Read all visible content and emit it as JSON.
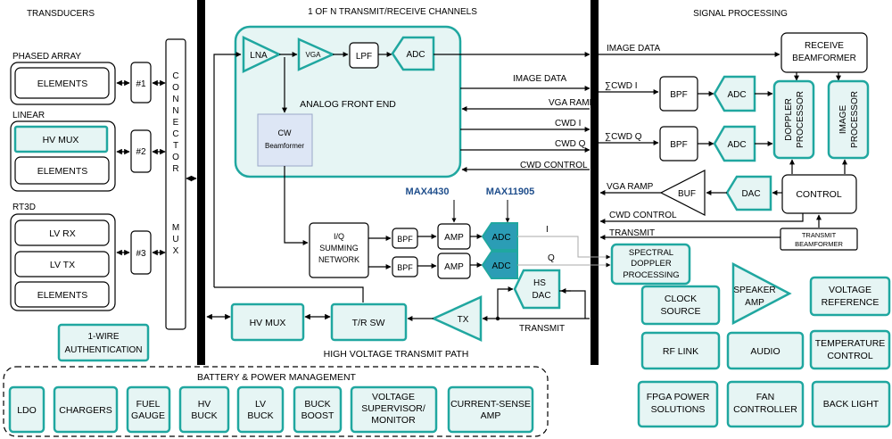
{
  "sections": {
    "transducers": "TRANSDUCERS",
    "channels": "1 OF N TRANSMIT/RECEIVE CHANNELS",
    "signal_processing": "SIGNAL PROCESSING",
    "power": "BATTERY & POWER MANAGEMENT",
    "hv_path": "HIGH VOLTAGE TRANSMIT PATH"
  },
  "transducers": {
    "phased_array": "PHASED ARRAY",
    "linear": "LINEAR",
    "rt3d": "RT3D",
    "elements": "ELEMENTS",
    "hv_mux": "HV MUX",
    "lv_rx": "LV RX",
    "lv_tx": "LV TX",
    "ch1": "#1",
    "ch2": "#2",
    "ch3": "#3",
    "connector_mux": [
      "C",
      "O",
      "N",
      "N",
      "E",
      "C",
      "T",
      "O",
      "R",
      "",
      "M",
      "U",
      "X"
    ],
    "one_wire": [
      "1-WIRE",
      "AUTHENTICATION"
    ]
  },
  "afe": {
    "lna": "LNA",
    "vga": "VGA",
    "lpf": "LPF",
    "adc": "ADC",
    "label": "ANALOG FRONT END",
    "cw": "CW",
    "beamformer": "Beamformer"
  },
  "cw_path": {
    "iq": [
      "I/Q",
      "SUMMING",
      "NETWORK"
    ],
    "bpf": "BPF",
    "amp": "AMP",
    "adc": "ADC",
    "max4430": "MAX4430",
    "max11905": "MAX11905",
    "i": "I",
    "q": "Q"
  },
  "signals": {
    "image_data_top": "IMAGE DATA",
    "image_data": "IMAGE DATA",
    "vga_ramp": "VGA RAMP",
    "cwd_i": "CWD I",
    "cwd_q": "CWD Q",
    "cwd_control": "CWD CONTROL",
    "sum_cwd_i": "∑CWD I",
    "sum_cwd_q": "∑CWD Q",
    "vga_ramp2": "VGA RAMP",
    "cwd_control2": "CWD CONTROL",
    "transmit": "TRANSMIT",
    "transmit2": "TRANSMIT"
  },
  "hv": {
    "hv_mux": "HV MUX",
    "tr_sw": "T/R SW",
    "tx": "TX",
    "hs": "HS",
    "dac": "DAC"
  },
  "sp": {
    "receive_beamformer": [
      "RECEIVE",
      "BEAMFORMER"
    ],
    "bpf": "BPF",
    "adc": "ADC",
    "doppler": [
      "DOPPLER",
      "PROCESSOR"
    ],
    "image": [
      "IMAGE",
      "PROCESSOR"
    ],
    "control": "CONTROL",
    "buf": "BUF",
    "dac": "DAC",
    "transmit_beamformer": [
      "TRANSMIT",
      "BEAMFORMER"
    ],
    "spectral": [
      "SPECTRAL",
      "DOPPLER",
      "PROCESSING"
    ]
  },
  "peripherals": {
    "clock": [
      "CLOCK",
      "SOURCE"
    ],
    "speaker": [
      "SPEAKER",
      "AMP"
    ],
    "voltage_ref": [
      "VOLTAGE",
      "REFERENCE"
    ],
    "rf_link": "RF LINK",
    "audio": "AUDIO",
    "temp": [
      "TEMPERATURE",
      "CONTROL"
    ],
    "fpga": [
      "FPGA POWER",
      "SOLUTIONS"
    ],
    "fan": [
      "FAN",
      "CONTROLLER"
    ],
    "backlight": "BACK LIGHT"
  },
  "power": {
    "ldo": "LDO",
    "chargers": "CHARGERS",
    "fuel": [
      "FUEL",
      "GAUGE"
    ],
    "hv_buck": [
      "HV",
      "BUCK"
    ],
    "lv_buck": [
      "LV",
      "BUCK"
    ],
    "buck_boost": [
      "BUCK",
      "BOOST"
    ],
    "supervisor": [
      "VOLTAGE",
      "SUPERVISOR/",
      "MONITOR"
    ],
    "current_sense": [
      "CURRENT-SENSE",
      "AMP"
    ]
  },
  "colors": {
    "teal": "#20a7a0",
    "teal_fill": "#e6f5f4",
    "adc_dark": "#2b9db5",
    "blue_label": "#1f4e8c",
    "cw_fill": "#dde6f5",
    "bus": "#000000"
  }
}
